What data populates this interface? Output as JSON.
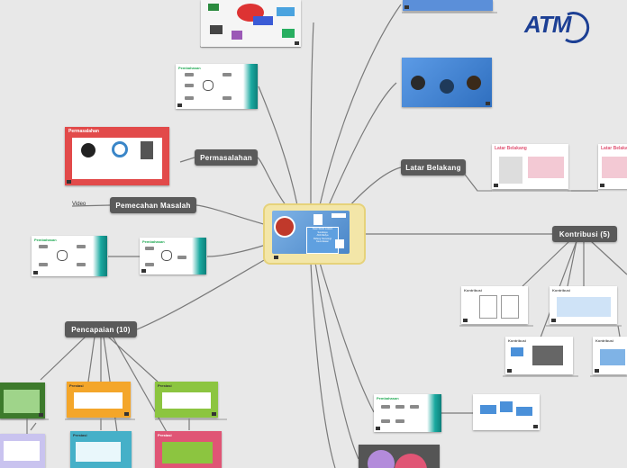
{
  "central": {
    "title": "Kaen Rezki Lukiani",
    "subtitle": "Surabaya",
    "lines": [
      "Ahli Madya",
      "Bidang Teknologi",
      "Kecerdasan"
    ]
  },
  "topics": {
    "permasalahan": "Permasalahan",
    "pemecahan": "Pemecahan Masalah",
    "pencapaian": "Pencapaian (10)",
    "latar_belakang": "Latar Belakang",
    "kontribusi": "Kontribusi (5)"
  },
  "labels": {
    "video": "Video",
    "permasalahan_card": "Permasalahan",
    "pembahasan": "Pembahasan",
    "latar_belakang_card": "Latar Belakang",
    "kontribusi_card": "Kontribusi",
    "prestasi": "Prestasi"
  },
  "logo": {
    "text": "ATM"
  },
  "colors": {
    "topic_bg": "#5a5a5a",
    "link": "#7a7a7a",
    "central_bg": "#f3e6a8",
    "accent_teal": "#1aa9a0",
    "logo_blue": "#1c3f94"
  }
}
